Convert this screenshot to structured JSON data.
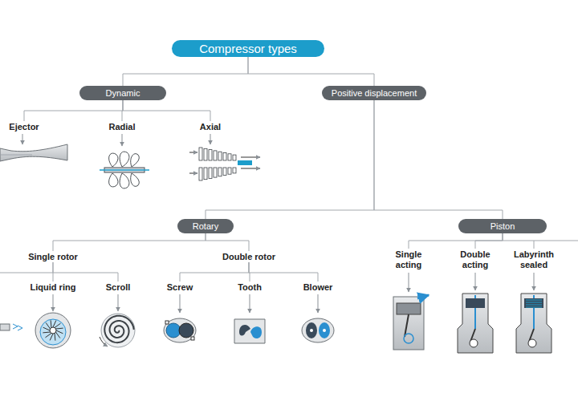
{
  "diagram": {
    "nodes": [
      {
        "text": [
          "Compressor types"
        ]
      },
      {
        "text": [
          "Dynamic"
        ]
      },
      {
        "text": [
          "Positive displacement"
        ]
      },
      {
        "text": [
          "Ejector"
        ]
      },
      {
        "text": [
          "Radial"
        ]
      },
      {
        "text": [
          "Axial"
        ]
      },
      {
        "text": [
          "Rotary"
        ]
      },
      {
        "text": [
          "Piston"
        ]
      },
      {
        "text": [
          "Single rotor"
        ]
      },
      {
        "text": [
          "Double rotor"
        ]
      },
      {
        "text": [
          "Liquid ring"
        ]
      },
      {
        "text": [
          "Scroll"
        ]
      },
      {
        "text": [
          "Screw"
        ]
      },
      {
        "text": [
          "Tooth"
        ]
      },
      {
        "text": [
          "Blower"
        ]
      },
      {
        "text": [
          "Single acting"
        ]
      },
      {
        "text": [
          "Double acting"
        ]
      },
      {
        "text": [
          "Labyrinth sealed"
        ]
      }
    ],
    "edges": [
      {
        "from": 0,
        "to": 1,
        "arrow": "none"
      },
      {
        "from": 0,
        "to": 2,
        "arrow": "none"
      },
      {
        "from": 1,
        "to": 3,
        "arrow": "none"
      },
      {
        "from": 1,
        "to": 4,
        "arrow": "none"
      },
      {
        "from": 1,
        "to": 5,
        "arrow": "none"
      },
      {
        "from": 2,
        "to": 6,
        "arrow": "none"
      },
      {
        "from": 2,
        "to": 7,
        "arrow": "none"
      },
      {
        "from": 6,
        "to": 8,
        "arrow": "none"
      },
      {
        "from": 6,
        "to": 9,
        "arrow": "none"
      },
      {
        "from": 8,
        "to": 10,
        "arrow": "none"
      },
      {
        "from": 8,
        "to": 11,
        "arrow": "none"
      },
      {
        "from": 9,
        "to": 12,
        "arrow": "none"
      },
      {
        "from": 9,
        "to": 13,
        "arrow": "none"
      },
      {
        "from": 9,
        "to": 14,
        "arrow": "none"
      },
      {
        "from": 7,
        "to": 15,
        "arrow": "none"
      },
      {
        "from": 7,
        "to": 16,
        "arrow": "none"
      },
      {
        "from": 7,
        "to": 17,
        "arrow": "none"
      }
    ]
  }
}
